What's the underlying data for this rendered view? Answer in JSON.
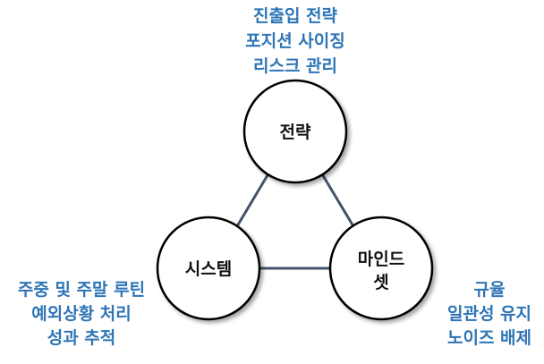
{
  "colors": {
    "annotation_text": "#2E75B6",
    "connector": "#44546A",
    "node_fill": "#FFFFFF",
    "node_stroke": "#000000"
  },
  "nodes": {
    "strategy": {
      "label": "전략"
    },
    "system": {
      "label": "시스템"
    },
    "mindset": {
      "label_line1": "마인드",
      "label_line2": "셋"
    }
  },
  "annotations": {
    "strategy": [
      "진출입 전략",
      "포지션 사이징",
      "리스크 관리"
    ],
    "system": [
      "주중 및 주말 루틴",
      "예외상황 처리",
      "성과 추적"
    ],
    "mindset": [
      "규율",
      "일관성 유지",
      "노이즈 배제"
    ]
  }
}
